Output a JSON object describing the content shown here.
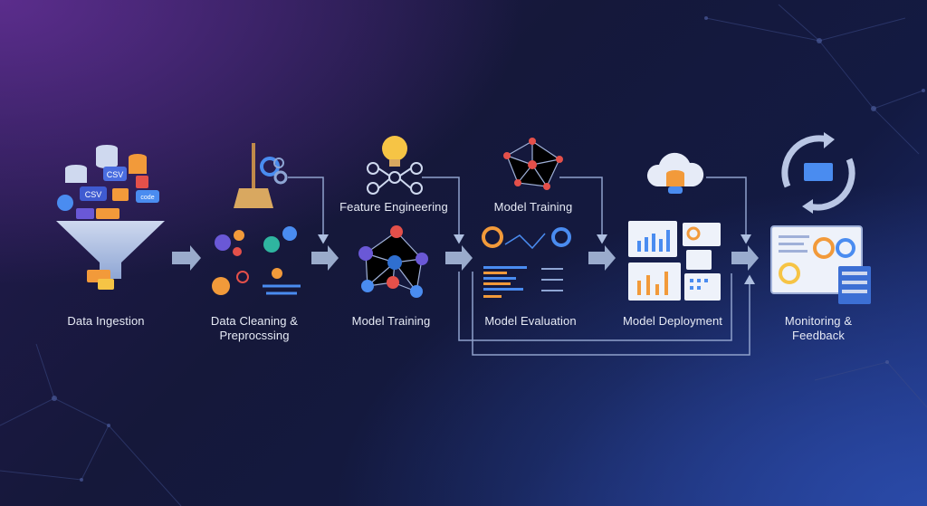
{
  "stages": [
    {
      "id": "ingestion",
      "label": "Data Ingestion",
      "icon": "funnel-database-icon"
    },
    {
      "id": "cleaning",
      "label": "Data Cleaning &\nPreprocssing",
      "icon": "broom-gears-icon"
    },
    {
      "id": "training",
      "label": "Model Training",
      "icon": "neural-network-icon",
      "top_label": "Feature Engineering",
      "top_icon": "lightbulb-network-icon"
    },
    {
      "id": "evaluation",
      "label": "Model Evaluation",
      "icon": "charts-dashboard-icon",
      "top_label": "Model Training",
      "top_icon": "network-graph-icon"
    },
    {
      "id": "deployment",
      "label": "Model Deployment",
      "icon": "deployment-dashboard-icon",
      "top_icon": "cloud-database-icon"
    },
    {
      "id": "monitoring",
      "label": "Monitoring &\nFeedback",
      "icon": "monitor-dashboard-icon",
      "top_icon": "refresh-cycle-icon"
    }
  ],
  "funnel_tags": [
    "CSV",
    "CSV",
    "code"
  ],
  "colors": {
    "accent_blue": "#4a8cf0",
    "accent_orange": "#f29a3a",
    "accent_yellow": "#f6c445",
    "accent_red": "#e4504a",
    "arrow": "#aebfe0"
  }
}
